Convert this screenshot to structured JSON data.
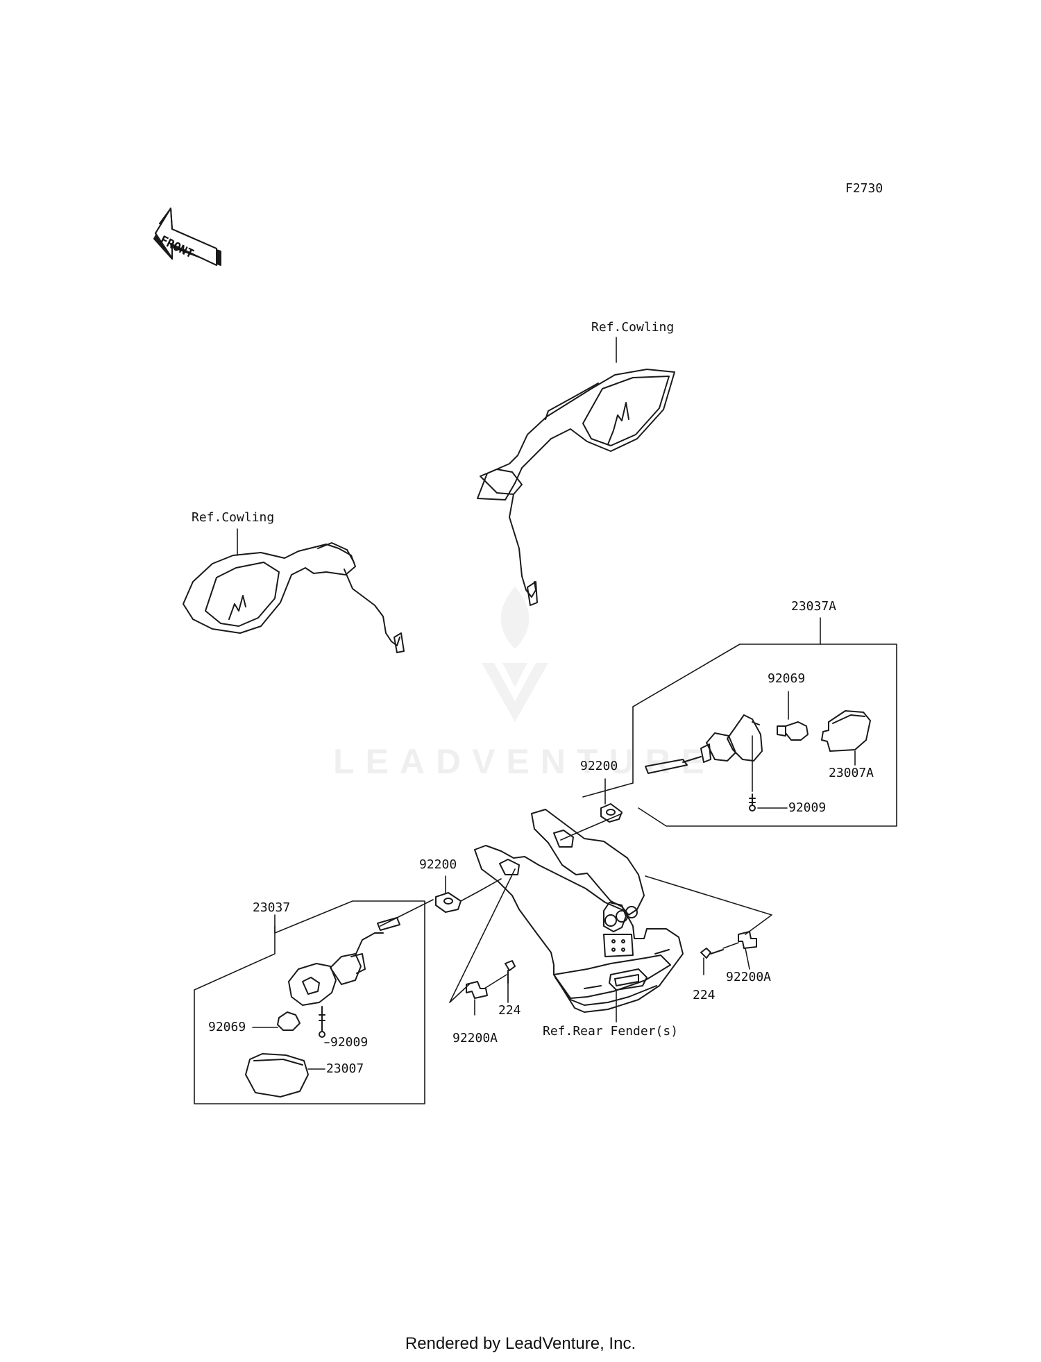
{
  "diagram": {
    "code": "F2730",
    "front_badge": "FRONT",
    "refs": {
      "cowling_right": "Ref.Cowling",
      "cowling_left": "Ref.Cowling",
      "rear_fender": "Ref.Rear Fender(s)"
    },
    "parts": {
      "p23037A": "23037A",
      "p92069_right": "92069",
      "p23007A": "23007A",
      "p92200_right": "92200",
      "p92009_right": "92009",
      "p92200_left": "92200",
      "p23037": "23037",
      "p92069_left": "92069",
      "p92009_left": "92009",
      "p23007": "23007",
      "p224_center": "224",
      "p92200A_center": "92200A",
      "p224_right": "224",
      "p92200A_right": "92200A"
    },
    "watermark": "LEADVENTURE"
  },
  "footer": {
    "text": "Rendered by LeadVenture, Inc."
  },
  "colors": {
    "line": "#1a1a1a",
    "watermark": "#efefef"
  }
}
